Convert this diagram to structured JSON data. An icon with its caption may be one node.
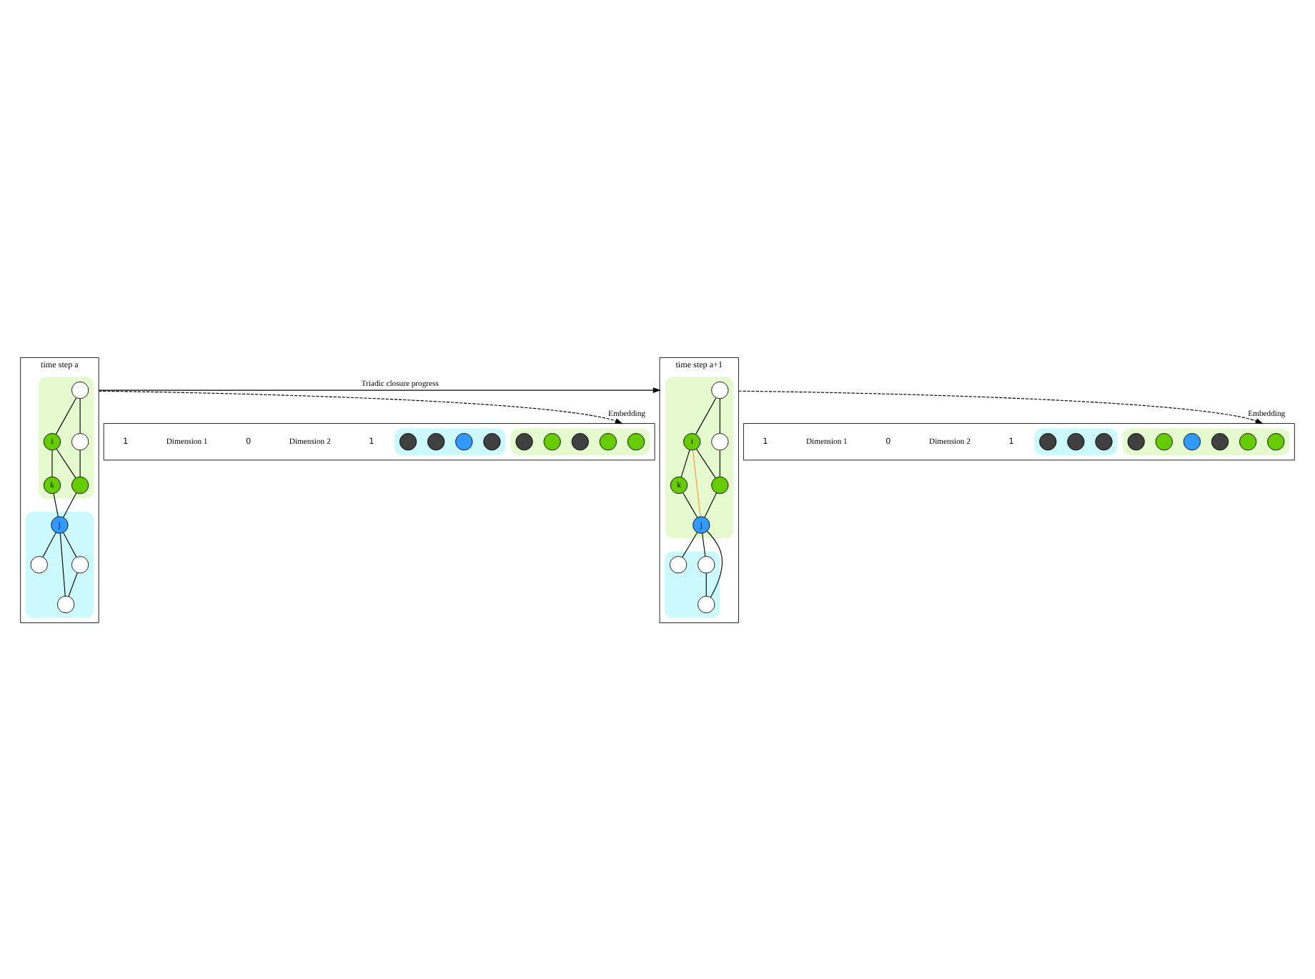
{
  "diagram": {
    "nodes": [
      {
        "text": [
          "time step a"
        ]
      },
      {
        "text": [],
        "shape": "ellipse",
        "in": 0
      },
      {
        "text": [],
        "shape": "circle",
        "in": 1
      },
      {
        "text": [
          "k"
        ],
        "in": 1
      },
      {
        "text": [
          "i"
        ],
        "in": 1
      },
      {
        "text": [],
        "shape": "circle",
        "in": 1
      },
      {
        "text": [],
        "shape": "circle",
        "in": 1
      },
      {
        "text": [],
        "shape": "ellipse",
        "in": 0
      },
      {
        "text": [],
        "shape": "circle",
        "in": 7
      },
      {
        "text": [
          "j"
        ],
        "in": 7
      },
      {
        "text": [],
        "shape": "circle",
        "in": 7
      },
      {
        "text": [],
        "shape": "circle",
        "in": 7
      },
      {
        "text": [
          "time step a+1"
        ]
      },
      {
        "text": [],
        "shape": "ellipse",
        "in": 12
      },
      {
        "text": [],
        "shape": "circle",
        "in": 13
      },
      {
        "text": [
          "k"
        ],
        "in": 13
      },
      {
        "text": [
          "i"
        ],
        "in": 13
      },
      {
        "text": [
          "j"
        ],
        "in": 13
      },
      {
        "text": [],
        "shape": "circle",
        "in": 13
      },
      {
        "text": [],
        "shape": "circle",
        "in": 13
      },
      {
        "text": [],
        "shape": "ellipse",
        "in": 12
      },
      {
        "text": [],
        "shape": "circle",
        "in": 20
      },
      {
        "text": [],
        "shape": "circle",
        "in": 20
      },
      {
        "text": [],
        "shape": "circle",
        "in": 20
      },
      {
        "text": [],
        "shape": "box"
      },
      {
        "text": [],
        "shape": "ellipse",
        "in": 24
      },
      {
        "text": [],
        "shape": "circle",
        "in": 25
      },
      {
        "text": [],
        "shape": "circle",
        "in": 25
      },
      {
        "text": [],
        "shape": "circle",
        "in": 25
      },
      {
        "text": [],
        "shape": "circle",
        "in": 25
      },
      {
        "text": [],
        "shape": "circle",
        "in": 25
      },
      {
        "text": [],
        "shape": "ellipse",
        "in": 24
      },
      {
        "text": [],
        "shape": "circle",
        "in": 31
      },
      {
        "text": [],
        "shape": "circle",
        "in": 31
      },
      {
        "text": [],
        "shape": "circle",
        "in": 31
      },
      {
        "text": [],
        "shape": "circle",
        "in": 31
      },
      {
        "text": [],
        "shape": "box"
      },
      {
        "text": [],
        "shape": "ellipse",
        "in": 36
      },
      {
        "text": [],
        "shape": "circle",
        "in": 37
      },
      {
        "text": [],
        "shape": "circle",
        "in": 37
      },
      {
        "text": [],
        "shape": "circle",
        "in": 37
      },
      {
        "text": [],
        "shape": "circle",
        "in": 37
      },
      {
        "text": [],
        "shape": "circle",
        "in": 37
      },
      {
        "text": [],
        "shape": "circle",
        "in": 37
      },
      {
        "text": [],
        "shape": "ellipse",
        "in": 36
      },
      {
        "text": [],
        "shape": "circle",
        "in": 44
      },
      {
        "text": [],
        "shape": "circle",
        "in": 44
      },
      {
        "text": [],
        "shape": "circle",
        "in": 44
      }
    ],
    "edges": [
      {
        "from": 0,
        "to": 12,
        "arrow": "to",
        "label": "Triadic closure progress"
      },
      {
        "from": 0,
        "to": 24,
        "arrow": "to",
        "label": "Embedding",
        "style": "dashed"
      },
      {
        "from": 12,
        "to": 36,
        "arrow": "to",
        "label": "Embedding",
        "style": "dashed"
      },
      {
        "from": 2,
        "to": 4,
        "arrow": "none"
      },
      {
        "from": 2,
        "to": 5,
        "arrow": "none"
      },
      {
        "from": 4,
        "to": 3,
        "arrow": "none"
      },
      {
        "from": 4,
        "to": 6,
        "arrow": "none"
      },
      {
        "from": 5,
        "to": 6,
        "arrow": "none"
      },
      {
        "from": 3,
        "to": 9,
        "arrow": "none"
      },
      {
        "from": 6,
        "to": 9,
        "arrow": "none"
      },
      {
        "from": 9,
        "to": 8,
        "arrow": "none"
      },
      {
        "from": 9,
        "to": 10,
        "arrow": "none"
      },
      {
        "from": 9,
        "to": 11,
        "arrow": "none"
      },
      {
        "from": 11,
        "to": 10,
        "arrow": "none"
      },
      {
        "from": 14,
        "to": 16,
        "arrow": "none"
      },
      {
        "from": 14,
        "to": 18,
        "arrow": "none"
      },
      {
        "from": 16,
        "to": 15,
        "arrow": "none"
      },
      {
        "from": 16,
        "to": 19,
        "arrow": "none"
      },
      {
        "from": 18,
        "to": 19,
        "arrow": "none"
      },
      {
        "from": 15,
        "to": 17,
        "arrow": "none"
      },
      {
        "from": 19,
        "to": 17,
        "arrow": "none"
      },
      {
        "from": 16,
        "to": 17,
        "arrow": "none",
        "color": "#ff9933"
      },
      {
        "from": 17,
        "to": 21,
        "arrow": "none"
      },
      {
        "from": 17,
        "to": 22,
        "arrow": "none"
      },
      {
        "from": 17,
        "to": 23,
        "arrow": "none"
      },
      {
        "from": 23,
        "to": 22,
        "arrow": "none"
      }
    ],
    "labels": [
      "1",
      "Dimension 2",
      "0",
      "Dimension 1",
      "1",
      "1",
      "Dimension 2",
      "0",
      "Dimension 1",
      "1"
    ]
  }
}
